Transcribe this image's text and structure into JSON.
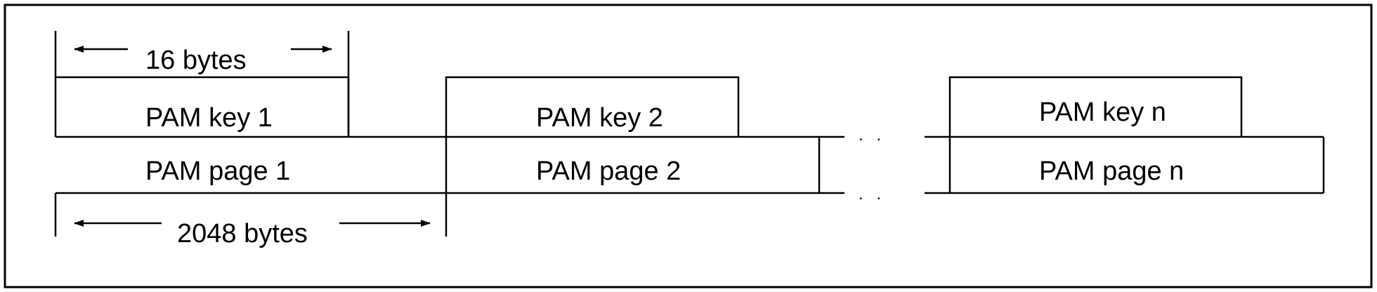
{
  "diagram": {
    "top_dim_label": "16 bytes",
    "bottom_dim_label": "2048 bytes",
    "keys": [
      {
        "label": "PAM key 1"
      },
      {
        "label": "PAM key 2"
      },
      {
        "label": "PAM key n"
      }
    ],
    "pages": [
      {
        "label": "PAM page 1"
      },
      {
        "label": "PAM page 2"
      },
      {
        "label": "PAM page n"
      }
    ],
    "ellipsis": ". ."
  },
  "colors": {
    "line": "#000000",
    "background": "#ffffff"
  }
}
